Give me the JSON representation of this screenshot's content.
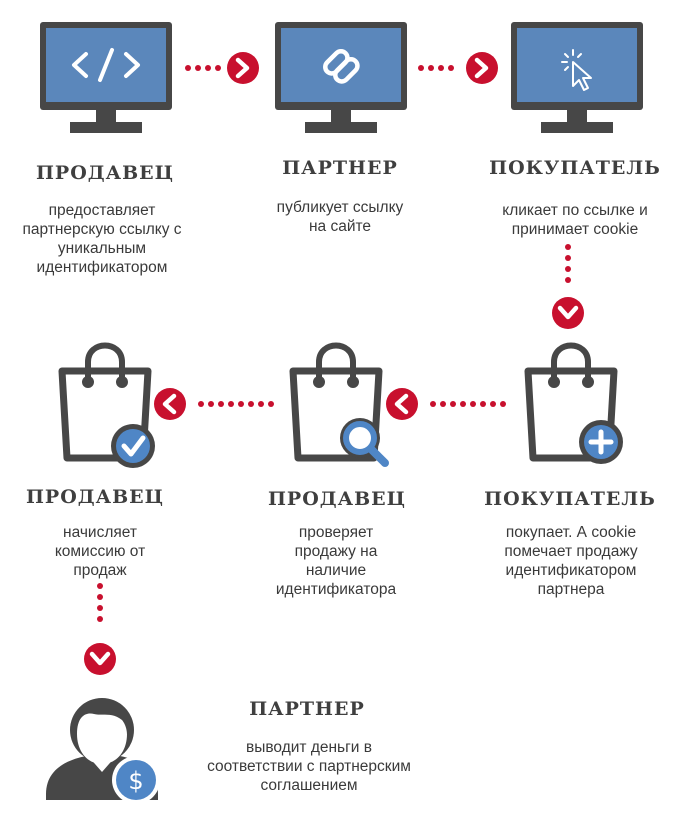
{
  "colors": {
    "dark": "#474747",
    "screen": "#5b87bb",
    "red": "#c8102e",
    "dot": "#c8102e",
    "blue": "#4f86c6"
  },
  "steps": [
    {
      "title": "ПРОДАВЕЦ",
      "icon": "monitor-code-icon",
      "lines": [
        "предоставляет",
        "партнерскую ссылку с",
        "уникальным",
        "идентификатором"
      ]
    },
    {
      "title": "ПАРТНЕР",
      "icon": "monitor-link-icon",
      "lines": [
        "публикует ссылку",
        "на сайте"
      ]
    },
    {
      "title": "ПОКУПАТЕЛЬ",
      "icon": "monitor-cursor-icon",
      "lines": [
        "кликает по ссылке и",
        "принимает cookie"
      ]
    },
    {
      "title": "ПОКУПАТЕЛЬ",
      "icon": "bag-plus-icon",
      "lines": [
        "покупает. А cookie",
        "помечает продажу",
        "идентификатором",
        "партнера"
      ]
    },
    {
      "title": "ПРОДАВЕЦ",
      "icon": "bag-search-icon",
      "lines": [
        "проверяет",
        "продажу на",
        "наличие",
        "идентификатора"
      ]
    },
    {
      "title": "ПРОДАВЕЦ",
      "icon": "bag-check-icon",
      "lines": [
        "начисляет",
        "комиссию от",
        "продаж"
      ]
    },
    {
      "title": "ПАРТНЕР",
      "icon": "user-dollar-icon",
      "lines": [
        "выводит деньги в",
        "соответствии с партнерским",
        "соглашением"
      ]
    }
  ]
}
